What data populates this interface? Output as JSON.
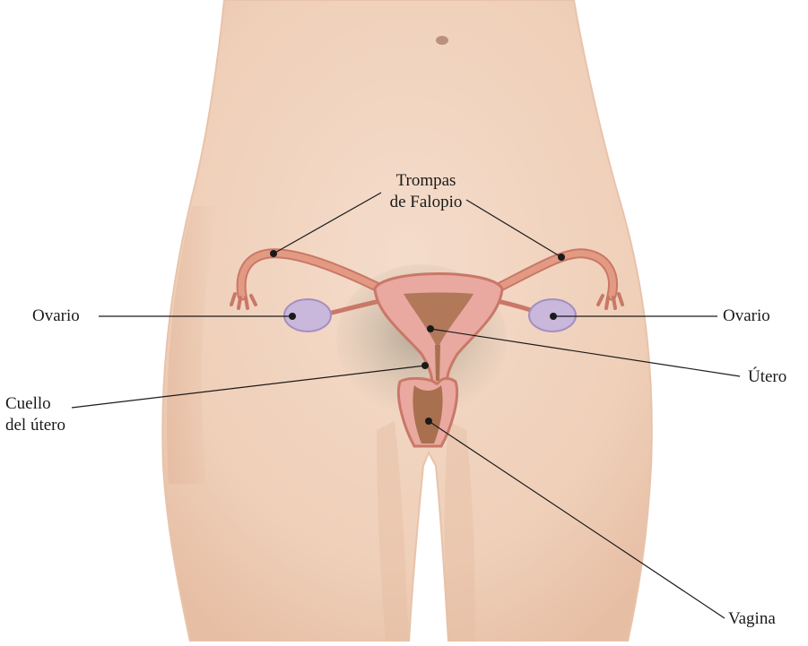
{
  "labels": {
    "tubes_line1": "Trompas",
    "tubes_line2": "de Falopio",
    "ovary_left": "Ovario",
    "ovary_right": "Ovario",
    "uterus": "Útero",
    "cervix_line1": "Cuello",
    "cervix_line2": "del útero",
    "vagina": "Vagina"
  },
  "colors": {
    "skin": "#f1d5c0",
    "skin_shadow": "#dcb298",
    "uterus_wall": "#e9a8a0",
    "uterus_outline": "#c97868",
    "cavity": "#a8704e",
    "tube": "#d98770",
    "ovary": "#c9b7dc",
    "leader_line": "#1a1a1a"
  }
}
